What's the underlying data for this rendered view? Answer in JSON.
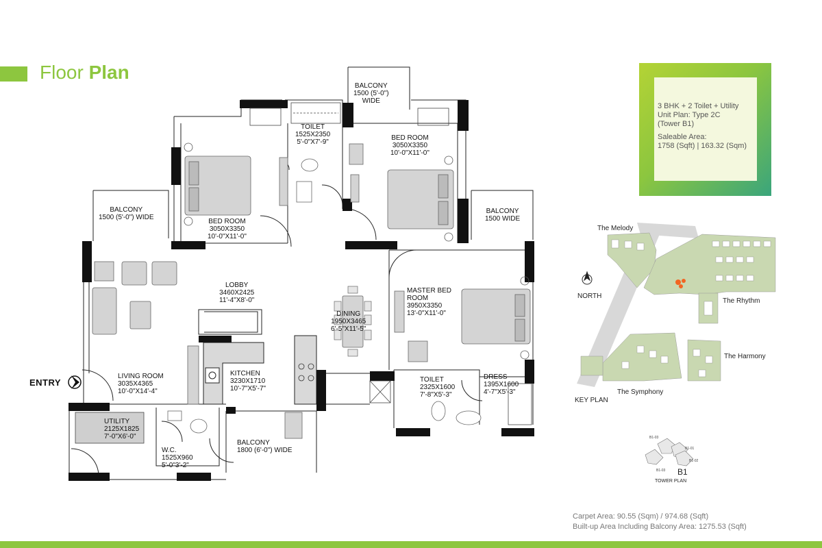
{
  "header": {
    "title_light": "Floor",
    "title_bold": "Plan"
  },
  "info": {
    "line1": "3 BHK + 2 Toilet + Utility",
    "line2": "Unit Plan: Type 2C",
    "line3": "(Tower B1)",
    "saleable_label": "Saleable Area:",
    "saleable_value": "1758 (Sqft) | 163.32 (Sqm)"
  },
  "rooms": {
    "balcony_top": [
      "BALCONY",
      "1500 (5'-0\")",
      "WIDE"
    ],
    "toilet_top": [
      "TOILET",
      "1525X2350",
      "5'-0\"X7'-9\""
    ],
    "bedroom_right": [
      "BED ROOM",
      "3050X3350",
      "10'-0\"X11'-0\""
    ],
    "bedroom_left": [
      "BED ROOM",
      "3050X3350",
      "10'-0\"X11'-0\""
    ],
    "balcony_left": [
      "BALCONY",
      "1500 (5'-0\") WIDE"
    ],
    "balcony_right": [
      "BALCONY",
      "1500 WIDE"
    ],
    "lobby": [
      "LOBBY",
      "3460X2425",
      "11'-4\"X8'-0\""
    ],
    "dining": [
      "DINING",
      "1950X3465",
      "6'-5\"X11'-5\""
    ],
    "master": [
      "MASTER BED",
      "ROOM",
      "3950X3350",
      "13'-0\"X11'-0\""
    ],
    "living": [
      "LIVING ROOM",
      "3035X4365",
      "10'-0\"X14'-4\""
    ],
    "kitchen": [
      "KITCHEN",
      "3230X1710",
      "10'-7\"X5'-7\""
    ],
    "toilet_bottom": [
      "TOILET",
      "2325X1600",
      "7'-8\"X5'-3\""
    ],
    "dress": [
      "DRESS",
      "1395X1600",
      "4'-7\"X5'-3\""
    ],
    "utility": [
      "UTILITY",
      "2125X1825",
      "7'-0\"X6'-0\""
    ],
    "wc": [
      "W.C.",
      "1525X960",
      "5'-0\"3'-2\""
    ],
    "balcony_bottom": [
      "BALCONY",
      "1800 (6'-0\") WIDE"
    ]
  },
  "entry_label": "ENTRY",
  "key_plan": {
    "north": "NORTH",
    "label": "KEY PLAN",
    "melody": "The Melody",
    "rhythm": "The Rhythm",
    "harmony": "The Harmony",
    "symphony": "The Symphony"
  },
  "tower_plan": {
    "letter": "B1",
    "label": "TOWER PLAN",
    "blocks": [
      "B1-03",
      "B1-02",
      "B1-03",
      "B1-01"
    ]
  },
  "areas": {
    "carpet": "Carpet Area: 90.55 (Sqm) / 974.68 (Sqft)",
    "builtup": "Built-up Area Including Balcony Area: 1275.53 (Sqft)"
  },
  "colors": {
    "accent": "#8dc63f",
    "teal": "#3aa57c",
    "wall": "#111111",
    "furniture": "#cfcfcf"
  }
}
